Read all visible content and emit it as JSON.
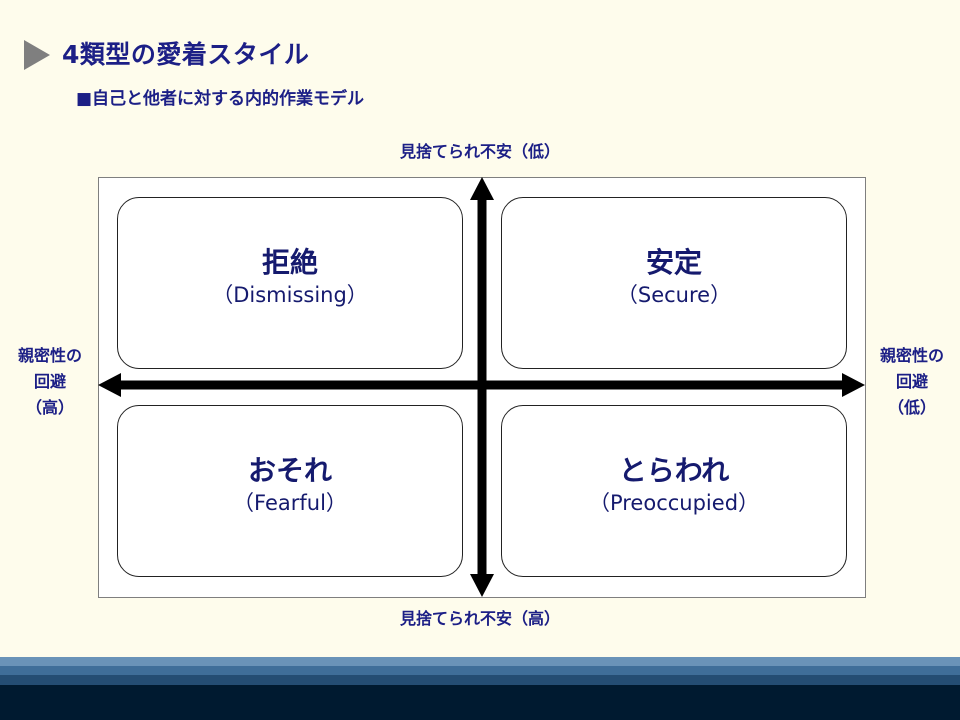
{
  "header": {
    "title": "4類型の愛着スタイル",
    "subtitle": "■自己と他者に対する内的作業モデル"
  },
  "axes": {
    "top": "見捨てられ不安（低）",
    "bottom": "見捨てられ不安（高）",
    "left": [
      "親密性の",
      "回避",
      "（高）"
    ],
    "right": [
      "親密性の",
      "回避",
      "（低）"
    ]
  },
  "quadrants": [
    {
      "ja": "拒絶",
      "en": "（Dismissing）"
    },
    {
      "ja": "安定",
      "en": "（Secure）"
    },
    {
      "ja": "おそれ",
      "en": "（Fearful）"
    },
    {
      "ja": "とらわれ",
      "en": "（Preoccupied）"
    }
  ],
  "colors": {
    "text": "#1c1f86",
    "background": "#fefcec",
    "footer_bands": [
      "#6a93b8",
      "#3f6e99",
      "#244d73",
      "#001a30"
    ]
  }
}
